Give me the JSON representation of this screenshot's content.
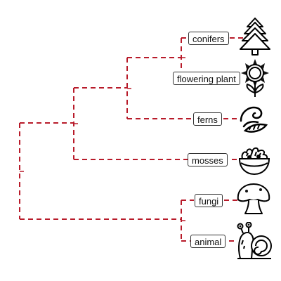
{
  "line_color": "#b81b2a",
  "leaves": [
    {
      "label": "conifers",
      "icon": "pine-tree-icon"
    },
    {
      "label": "flowering plant",
      "icon": "sunflower-icon"
    },
    {
      "label": "ferns",
      "icon": "fern-icon"
    },
    {
      "label": "mosses",
      "icon": "moss-bowl-icon"
    },
    {
      "label": "fungi",
      "icon": "mushroom-icon"
    },
    {
      "label": "animal",
      "icon": "snail-icon"
    }
  ]
}
